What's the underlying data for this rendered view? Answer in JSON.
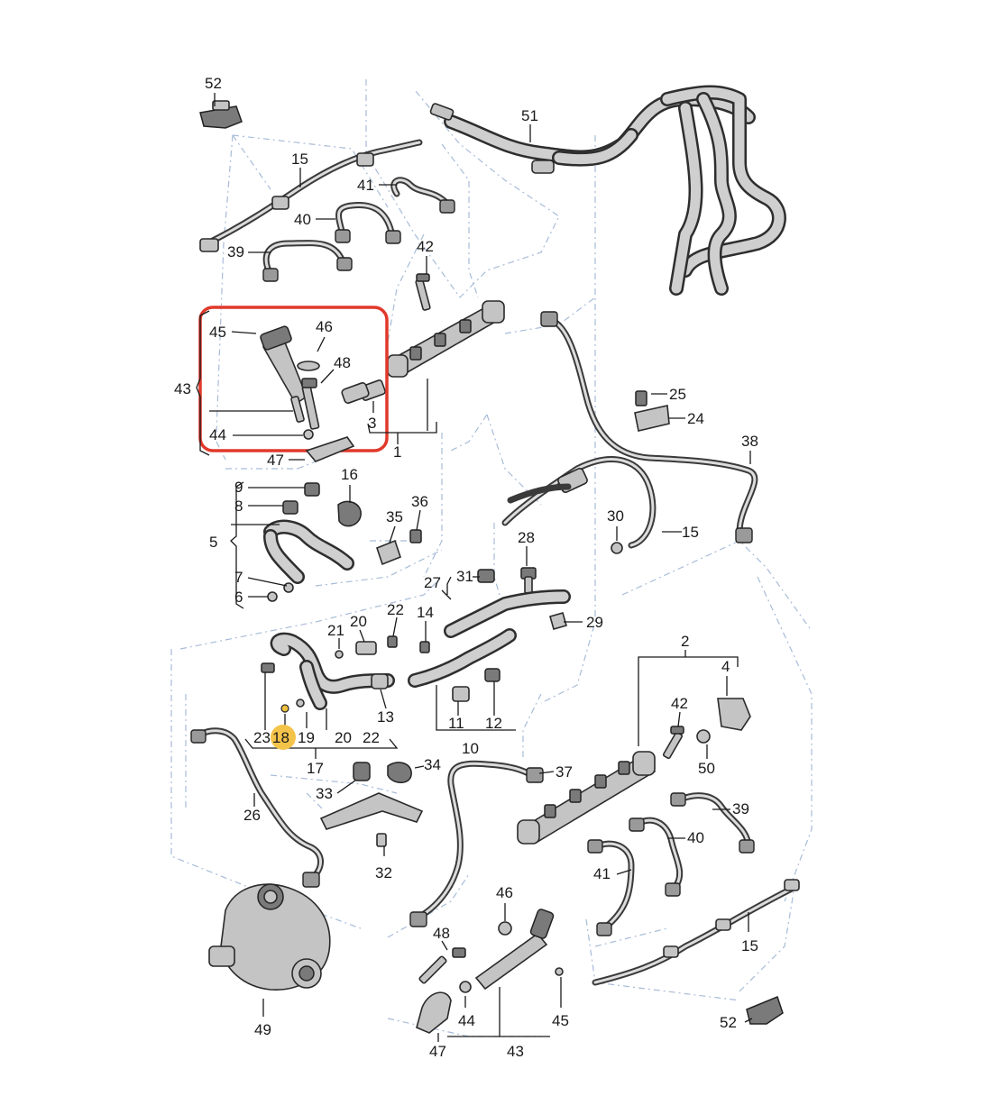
{
  "diagram": {
    "highlight_box_color": "#e0392b",
    "callout_badge_color": "#f4c34a",
    "highlighted_label": "18",
    "labels": {
      "l52_top": "52",
      "l51": "51",
      "l15_top": "15",
      "l41_top": "41",
      "l40_top": "40",
      "l39_top": "39",
      "l42_top": "42",
      "l45_top": "45",
      "l46_top": "46",
      "l48_top": "48",
      "l43_left": "43",
      "l44_top": "44",
      "l3": "3",
      "l1": "1",
      "l47_top": "47",
      "l16": "16",
      "l25": "25",
      "l24": "24",
      "l38": "38",
      "l9": "9",
      "l8": "8",
      "l5": "5",
      "l7": "7",
      "l6": "6",
      "l35": "35",
      "l36": "36",
      "l30": "30",
      "l15_mid": "15",
      "l28": "28",
      "l27": "27",
      "l31": "31",
      "l29": "29",
      "l21": "21",
      "l20_top": "20",
      "l22_top": "22",
      "l14": "14",
      "l2": "2",
      "l4": "4",
      "l42_mid": "42",
      "l50": "50",
      "l23": "23",
      "l18": "18",
      "l19": "19",
      "l20_bot": "20",
      "l22_bot": "22",
      "l13": "13",
      "l11": "11",
      "l12": "12",
      "l10": "10",
      "l17": "17",
      "l34": "34",
      "l37": "37",
      "l33": "33",
      "l26": "26",
      "l39_bot": "39",
      "l40_bot": "40",
      "l41_bot": "41",
      "l32": "32",
      "l46_bot": "46",
      "l48_bot": "48",
      "l15_bot": "15",
      "l49": "49",
      "l44_bot": "44",
      "l45_bot": "45",
      "l52_bot": "52",
      "l47_bot": "47",
      "l43_bot": "43"
    }
  }
}
